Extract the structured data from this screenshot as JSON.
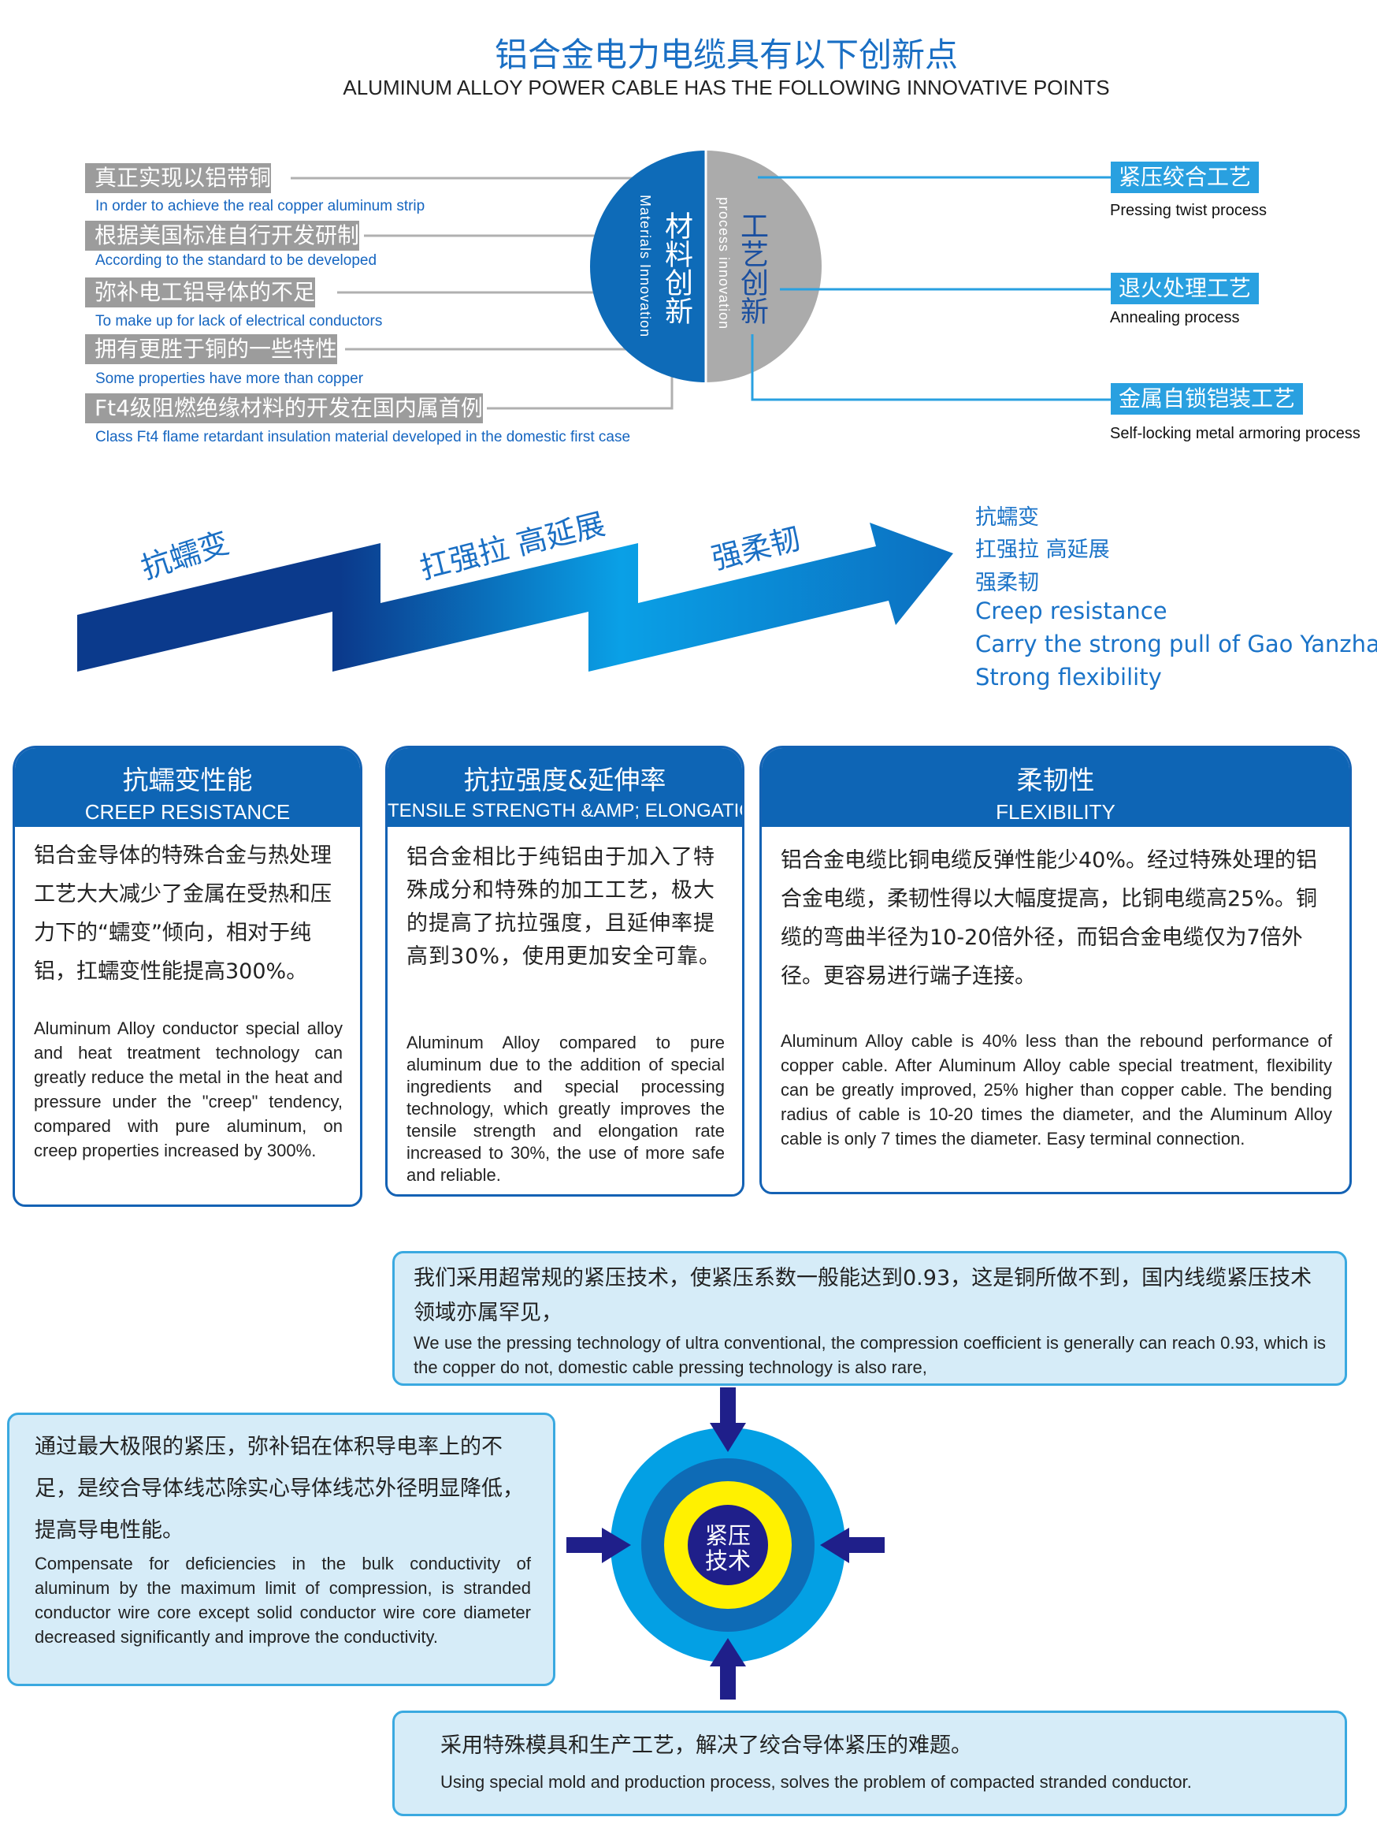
{
  "header": {
    "title": "铝合金电力电缆具有以下创新点",
    "subtitle": "ALUMINUM ALLOY POWER CABLE HAS THE FOLLOWING INNOVATIVE POINTS"
  },
  "materials": {
    "zh": "材料创新",
    "en": "Materials Innovation",
    "items": [
      {
        "zh": "真正实现以铝带铜",
        "en": "In order to achieve the real copper aluminum strip"
      },
      {
        "zh": "根据美国标准自行开发研制",
        "en": "According to the standard to be developed"
      },
      {
        "zh": "弥补电工铝导体的不足",
        "en": "To make up for lack of electrical conductors"
      },
      {
        "zh": "拥有更胜于铜的一些特性",
        "en": "Some properties have more than copper"
      },
      {
        "zh": "Ft4级阻燃绝缘材料的开发在国内属首例",
        "en": "Class Ft4 flame retardant insulation material developed in the domestic first case"
      }
    ]
  },
  "process": {
    "zh": "工艺创新",
    "en": "process innovation",
    "items": [
      {
        "zh": "紧压绞合工艺",
        "en": "Pressing twist process"
      },
      {
        "zh": "退火处理工艺",
        "en": "Annealing process"
      },
      {
        "zh": "金属自锁铠装工艺",
        "en": "Self-locking metal armoring process"
      }
    ]
  },
  "arrow": {
    "labels": [
      "抗蠕变",
      "扛强拉 高延展",
      "强柔韧"
    ]
  },
  "summary": [
    "抗蠕变",
    "扛强拉 高延展",
    "强柔韧",
    "Creep resistance",
    "Carry the strong pull of Gao Yanzhan",
    "Strong flexibility"
  ],
  "cards": [
    {
      "title_zh": "抗蠕变性能",
      "title_en": "CREEP RESISTANCE",
      "body_zh": "铝合金导体的特殊合金与热处理工艺大大减少了金属在受热和压力下的“蠕变”倾向，相对于纯铝，扛蠕变性能提高300%。",
      "body_en": "Aluminum Alloy conductor special alloy and heat treatment technology can greatly reduce the metal in the heat and pressure under the \"creep\" tendency, compared with pure aluminum, on creep properties increased by 300%."
    },
    {
      "title_zh": "抗拉强度&延伸率",
      "title_en": "TENSILE STRENGTH &AMP; ELONGATION",
      "body_zh": "铝合金相比于纯铝由于加入了特殊成分和特殊的加工工艺，极大的提高了抗拉强度，且延伸率提高到30%，使用更加安全可靠。",
      "body_en": "Aluminum Alloy compared to pure aluminum due to the addition of special ingredients and special processing technology, which greatly improves the tensile strength and elongation rate increased to 30%, the use of more safe and reliable."
    },
    {
      "title_zh": "柔韧性",
      "title_en": "FLEXIBILITY",
      "body_zh": "铝合金电缆比铜电缆反弹性能少40%。经过特殊处理的铝合金电缆，柔韧性得以大幅度提高，比铜电缆高25%。铜缆的弯曲半径为10-20倍外径，而铝合金电缆仅为7倍外径。更容易进行端子连接。",
      "body_en": "Aluminum Alloy cable is 40% less than the rebound performance of copper cable. After Aluminum Alloy cable special treatment, flexibility can be greatly improved, 25% higher than copper cable. The bending radius of cable is 10-20 times the diameter, and the Aluminum Alloy cable is only 7 times the diameter. Easy terminal connection."
    }
  ],
  "notes": [
    {
      "zh": "我们采用超常规的紧压技术，使紧压系数一般能达到0.93，这是铜所做不到，国内线缆紧压技术领域亦属罕见，",
      "en": "We use the pressing technology of ultra conventional, the compression coefficient is generally can reach 0.93, which is the copper do not, domestic cable pressing technology is also rare,"
    },
    {
      "zh": "通过最大极限的紧压，弥补铝在体积导电率上的不足，是绞合导体线芯除实心导体线芯外径明显降低，提高导电性能。",
      "en": "Compensate for deficiencies in the bulk conductivity of aluminum by the maximum limit of compression, is stranded conductor wire core except solid conductor wire core diameter decreased significantly and improve the conductivity."
    },
    {
      "zh": "采用特殊模具和生产工艺，解决了绞合导体紧压的难题。",
      "en": "Using special mold and production process, solves the problem of compacted stranded conductor."
    }
  ],
  "center": {
    "line1": "紧压",
    "line2": "技术"
  },
  "colors": {
    "brand": "#0e65b5",
    "light": "#29a0e0",
    "navy": "#1f1f8a",
    "yellow": "#fff100"
  }
}
